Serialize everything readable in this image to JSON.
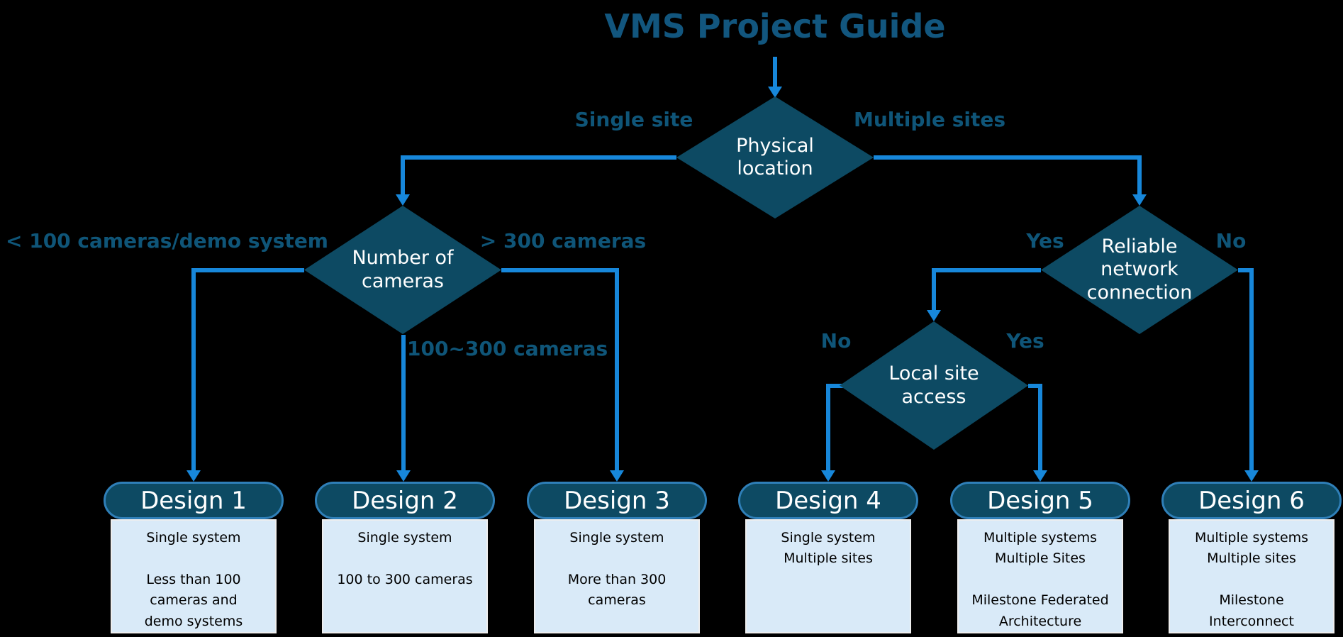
{
  "title": "VMS Project Guide",
  "diagram": {
    "nodes": {
      "physical_location": "Physical location",
      "number_of_cameras": "Number of cameras",
      "reliable_network": "Reliable network connection",
      "local_site_access": "Local site access"
    },
    "edge_labels": {
      "single_site": "Single site",
      "multiple_sites": "Multiple sites",
      "under_100": "< 100 cameras/demo system",
      "between_100_300": "100~300 cameras",
      "over_300": "> 300 cameras",
      "reliable_yes": "Yes",
      "reliable_no": "No",
      "local_no": "No",
      "local_yes": "Yes"
    },
    "designs": [
      {
        "title": "Design 1",
        "body": "Single system\n\nLess than 100\ncameras and\ndemo systems"
      },
      {
        "title": "Design 2",
        "body": "Single system\n\n100 to 300 cameras"
      },
      {
        "title": "Design 3",
        "body": "Single system\n\nMore than 300\ncameras"
      },
      {
        "title": "Design 4",
        "body": "Single system\nMultiple sites"
      },
      {
        "title": "Design 5",
        "body": "Multiple systems\nMultiple Sites\n\nMilestone Federated\nArchitecture"
      },
      {
        "title": "Design 6",
        "body": "Multiple systems\nMultiple sites\n\nMilestone\nInterconnect"
      }
    ]
  },
  "colors": {
    "background": "#000000",
    "title_text": "#12567e",
    "label_text": "#0f5578",
    "node_fill": "#0d4a63",
    "node_text": "#ffffff",
    "arrow": "#1787da",
    "design_header_fill": "#0d4a63",
    "design_header_border": "#2f7fb8",
    "design_body_fill": "#d9eaf8",
    "design_body_border": "#eeeeee",
    "design_body_text": "#000000"
  }
}
